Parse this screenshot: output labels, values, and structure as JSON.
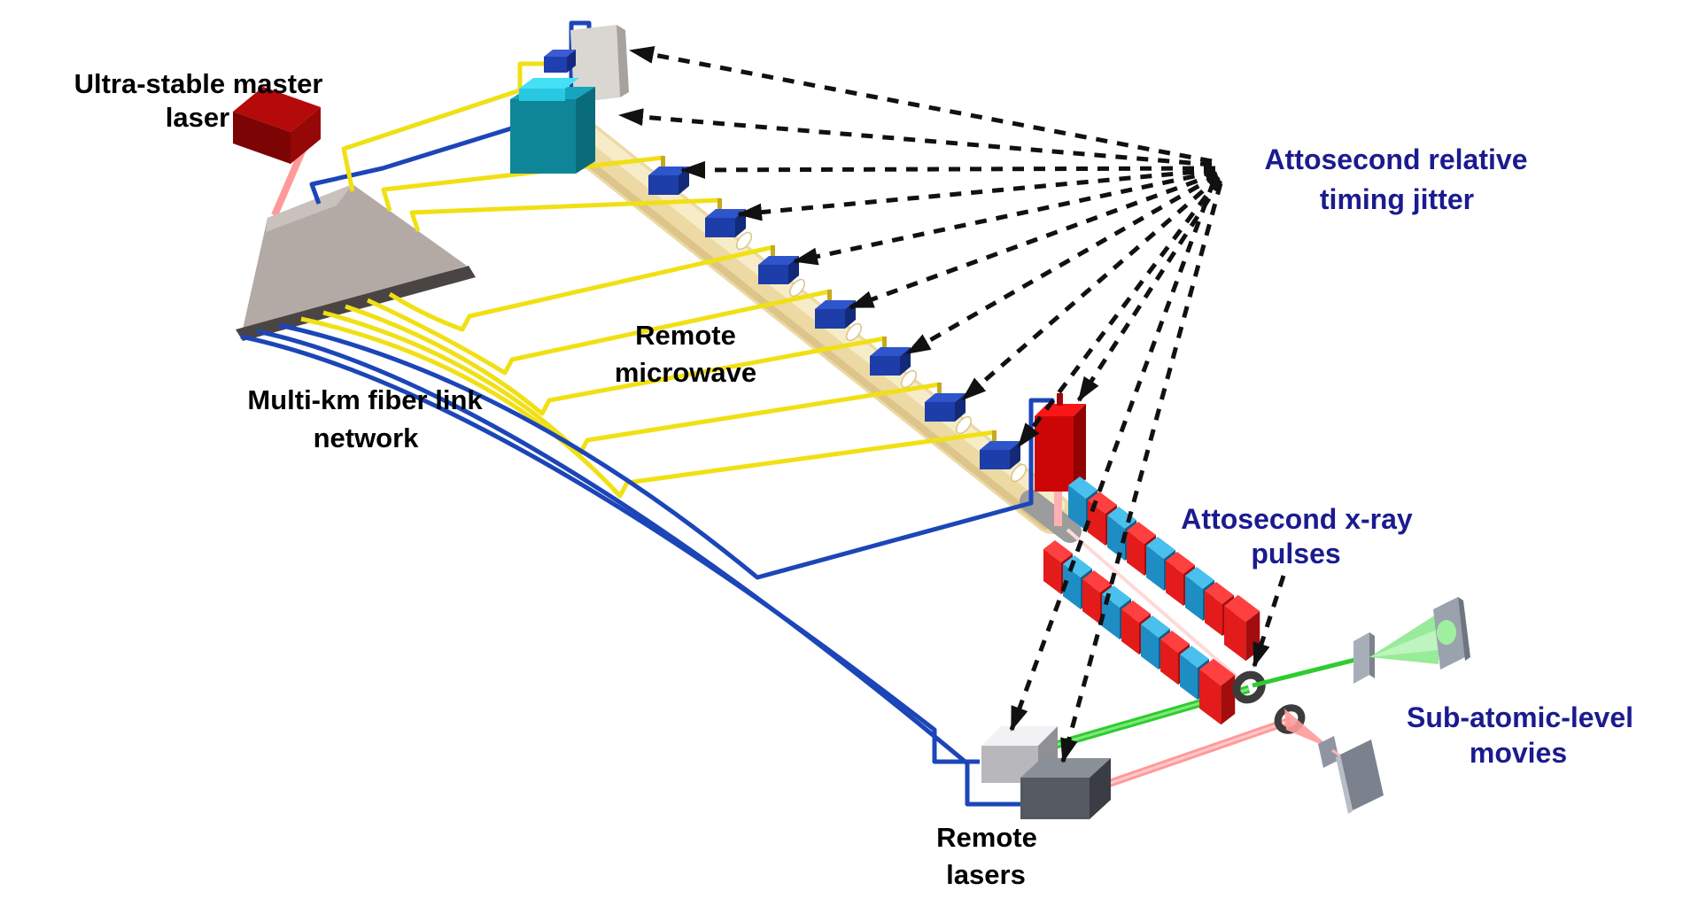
{
  "labels": {
    "master_laser": {
      "line1": "Ultra-stable master",
      "line2": "laser"
    },
    "fiber_network": {
      "line1": "Multi-km fiber link",
      "line2": "network"
    },
    "remote_microwave": {
      "line1": "Remote",
      "line2": "microwave"
    },
    "timing_jitter": {
      "line1": "Attosecond relative",
      "line2": "timing jitter"
    },
    "xray_pulses": {
      "line1": "Attosecond x-ray",
      "line2": "pulses"
    },
    "remote_lasers": {
      "line1": "Remote",
      "line2": "lasers"
    },
    "movies": {
      "line1": "Sub-atomic-level",
      "line2": "movies"
    }
  },
  "colors": {
    "background": "#ffffff",
    "annotation_text_navy": "#1b1b8f",
    "label_text_black": "#000000",
    "fiber_yellow": "#f0e014",
    "fiber_blue": "#1c46b8",
    "master_laser_red": "#8f0606",
    "remote_laser_red": "#d80b0b",
    "injector_teal": "#0f8698",
    "microwave_station_blue": "#1d3da8",
    "accelerator_tube_beige": "#ecd9a4",
    "undulator_red": "#e31b1b",
    "undulator_blue": "#1e8dc4",
    "beam_green": "#2ecc2e",
    "beam_pink": "#ff9a9a",
    "dashed_arrow_black": "#111111",
    "hardware_gray": "#b9b9bd"
  },
  "counts": {
    "microwave_stations": 7,
    "timing_jitter_arrows": 12,
    "remote_laser_boxes": 2
  }
}
